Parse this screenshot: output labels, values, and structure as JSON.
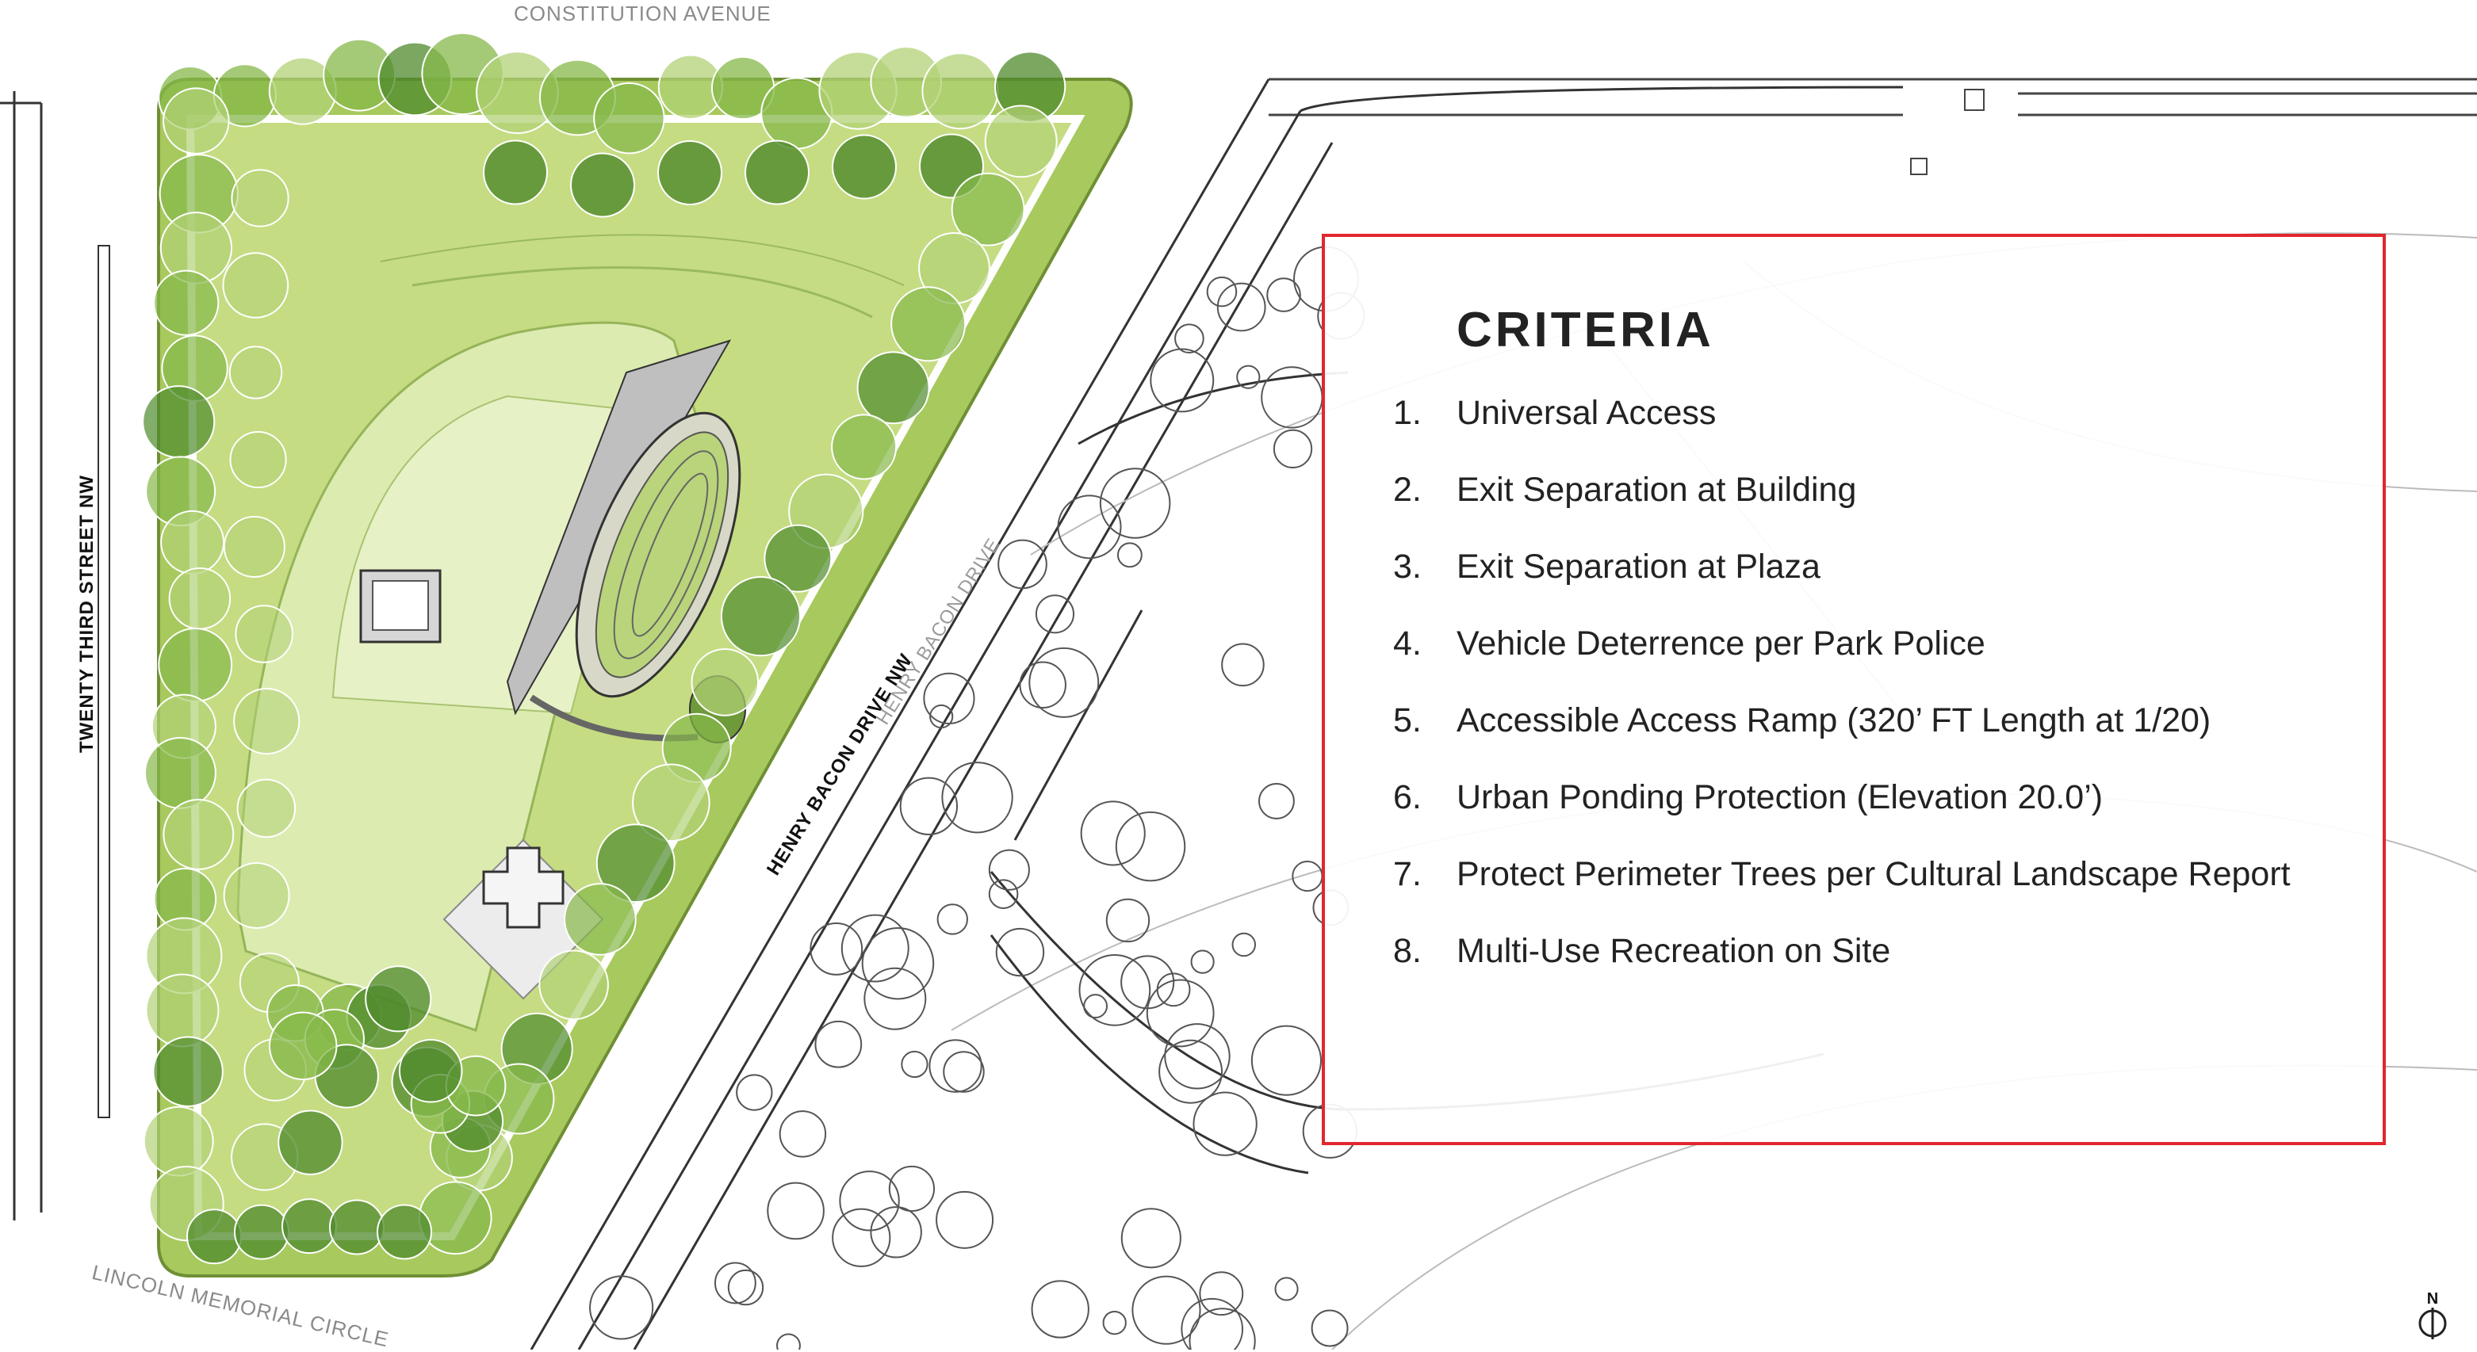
{
  "streets": {
    "constitution": "CONSTITUTION AVENUE",
    "twenty_third": "TWENTY THIRD STREET NW",
    "henry_bacon": "HENRY BACON DRIVE NW",
    "henry_bacon_faint": "HENRY BACON DRIVE",
    "lincoln_circle": "LINCOLN MEMORIAL CIRCLE"
  },
  "north_arrow": {
    "letter": "N"
  },
  "criteria": {
    "title": "CRITERIA",
    "items": [
      {
        "num": "1.",
        "text": "Universal Access"
      },
      {
        "num": "2.",
        "text": "Exit Separation at Building"
      },
      {
        "num": "3.",
        "text": "Exit Separation at Plaza"
      },
      {
        "num": "4.",
        "text": "Vehicle Deterrence per Park Police"
      },
      {
        "num": "5.",
        "text": "Accessible Access Ramp (320’ FT Length at 1/20)"
      },
      {
        "num": "6.",
        "text": "Urban Ponding Protection (Elevation 20.0’)"
      },
      {
        "num": "7.",
        "text": "Protect Perimeter Trees per Cultural Landscape Report"
      },
      {
        "num": "8.",
        "text": "Multi-Use Recreation on Site"
      }
    ]
  },
  "colors": {
    "accent_red": "#e2272e",
    "lawn": "#c5dc82",
    "lawn_light": "#dcebb0",
    "tree_dark": "#4f8a2c",
    "tree_mid": "#86b84a",
    "tree_light": "#b2d276",
    "line": "#333333"
  }
}
